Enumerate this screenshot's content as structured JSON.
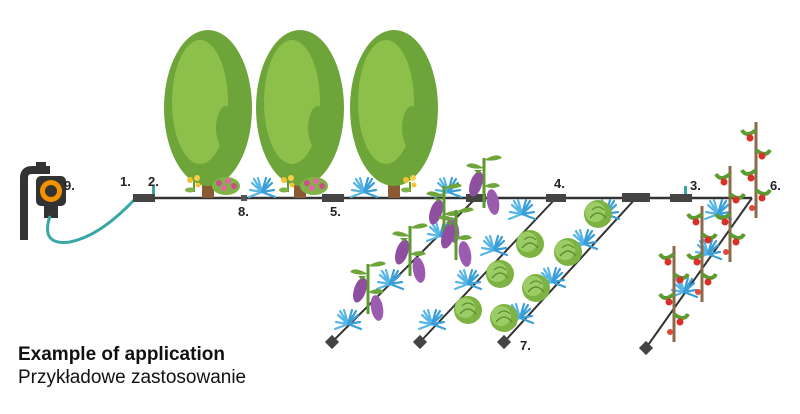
{
  "labels": {
    "l1": "1.",
    "l2": "2.",
    "l3": "3.",
    "l4": "4.",
    "l5": "5.",
    "l6": "6.",
    "l7": "7.",
    "l8": "8.",
    "l9": "9."
  },
  "caption": {
    "title": "Example of application",
    "subtitle": "Przykładowe zastosowanie"
  },
  "colors": {
    "pipe": "#333333",
    "hose": "#3aa6a6",
    "tree_dark": "#6ea53a",
    "tree_light": "#8cc04a",
    "trunk": "#8a5a35",
    "water": "#58b6e6",
    "eggplant": "#8e4fa0",
    "cabbage": "#7cb342",
    "tomato": "#d9302a",
    "stake": "#8a6a4a",
    "timer_orange": "#f39200"
  },
  "icons": [
    "tap-icon",
    "water-timer-icon",
    "tree-icon",
    "eggplant-plant-icon",
    "cabbage-icon",
    "tomato-plant-icon",
    "flower-bush-icon",
    "water-spray-icon",
    "connector-icon",
    "end-cap-icon"
  ]
}
